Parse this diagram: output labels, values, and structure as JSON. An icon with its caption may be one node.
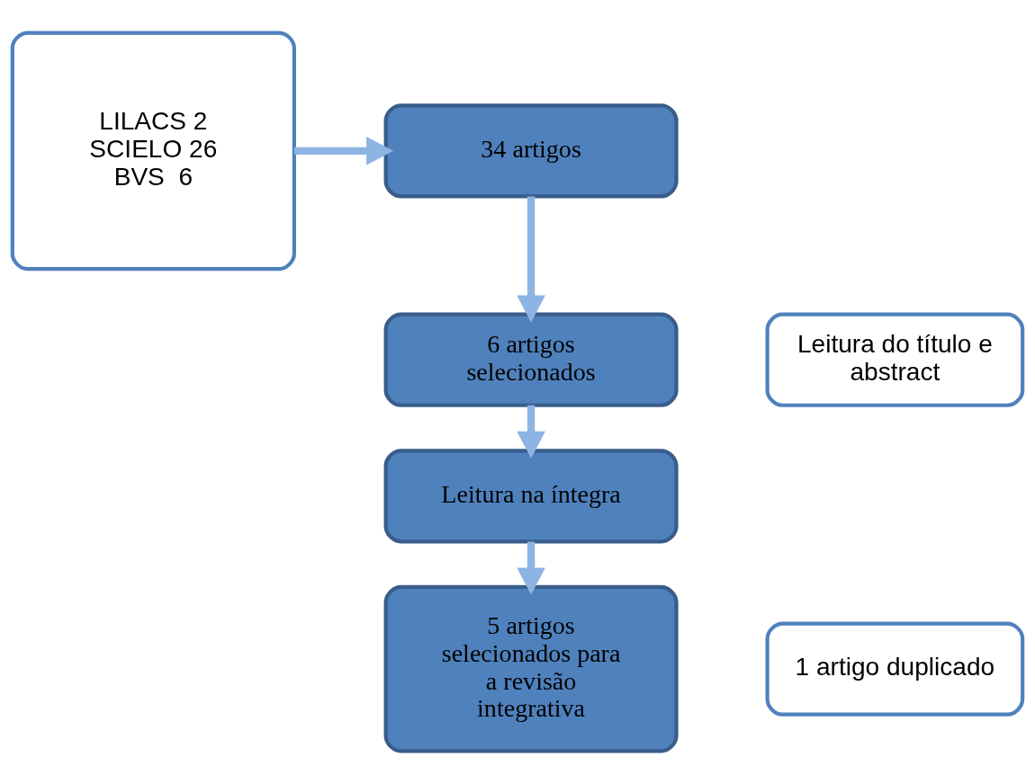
{
  "diagram": {
    "nodes": [
      {
        "text": [
          "LILACS 2",
          "SCIELO 26",
          "BVS  6"
        ]
      },
      {
        "text": [
          "34 artigos"
        ]
      },
      {
        "text": [
          "Leitura do título e abstract"
        ]
      },
      {
        "text": [
          "6 artigos selecionados"
        ]
      },
      {
        "text": [
          "Leitura na íntegra"
        ]
      },
      {
        "text": [
          "1 artigo duplicado"
        ]
      },
      {
        "text": [
          "5 artigos selecionados para a revisão integrativa"
        ]
      }
    ],
    "edges": [
      {
        "from": 0,
        "to": 1,
        "arrow": "to"
      },
      {
        "from": 1,
        "to": 3,
        "arrow": "to"
      },
      {
        "from": 3,
        "to": 4,
        "arrow": "to"
      },
      {
        "from": 4,
        "to": 6,
        "arrow": "to"
      }
    ]
  }
}
